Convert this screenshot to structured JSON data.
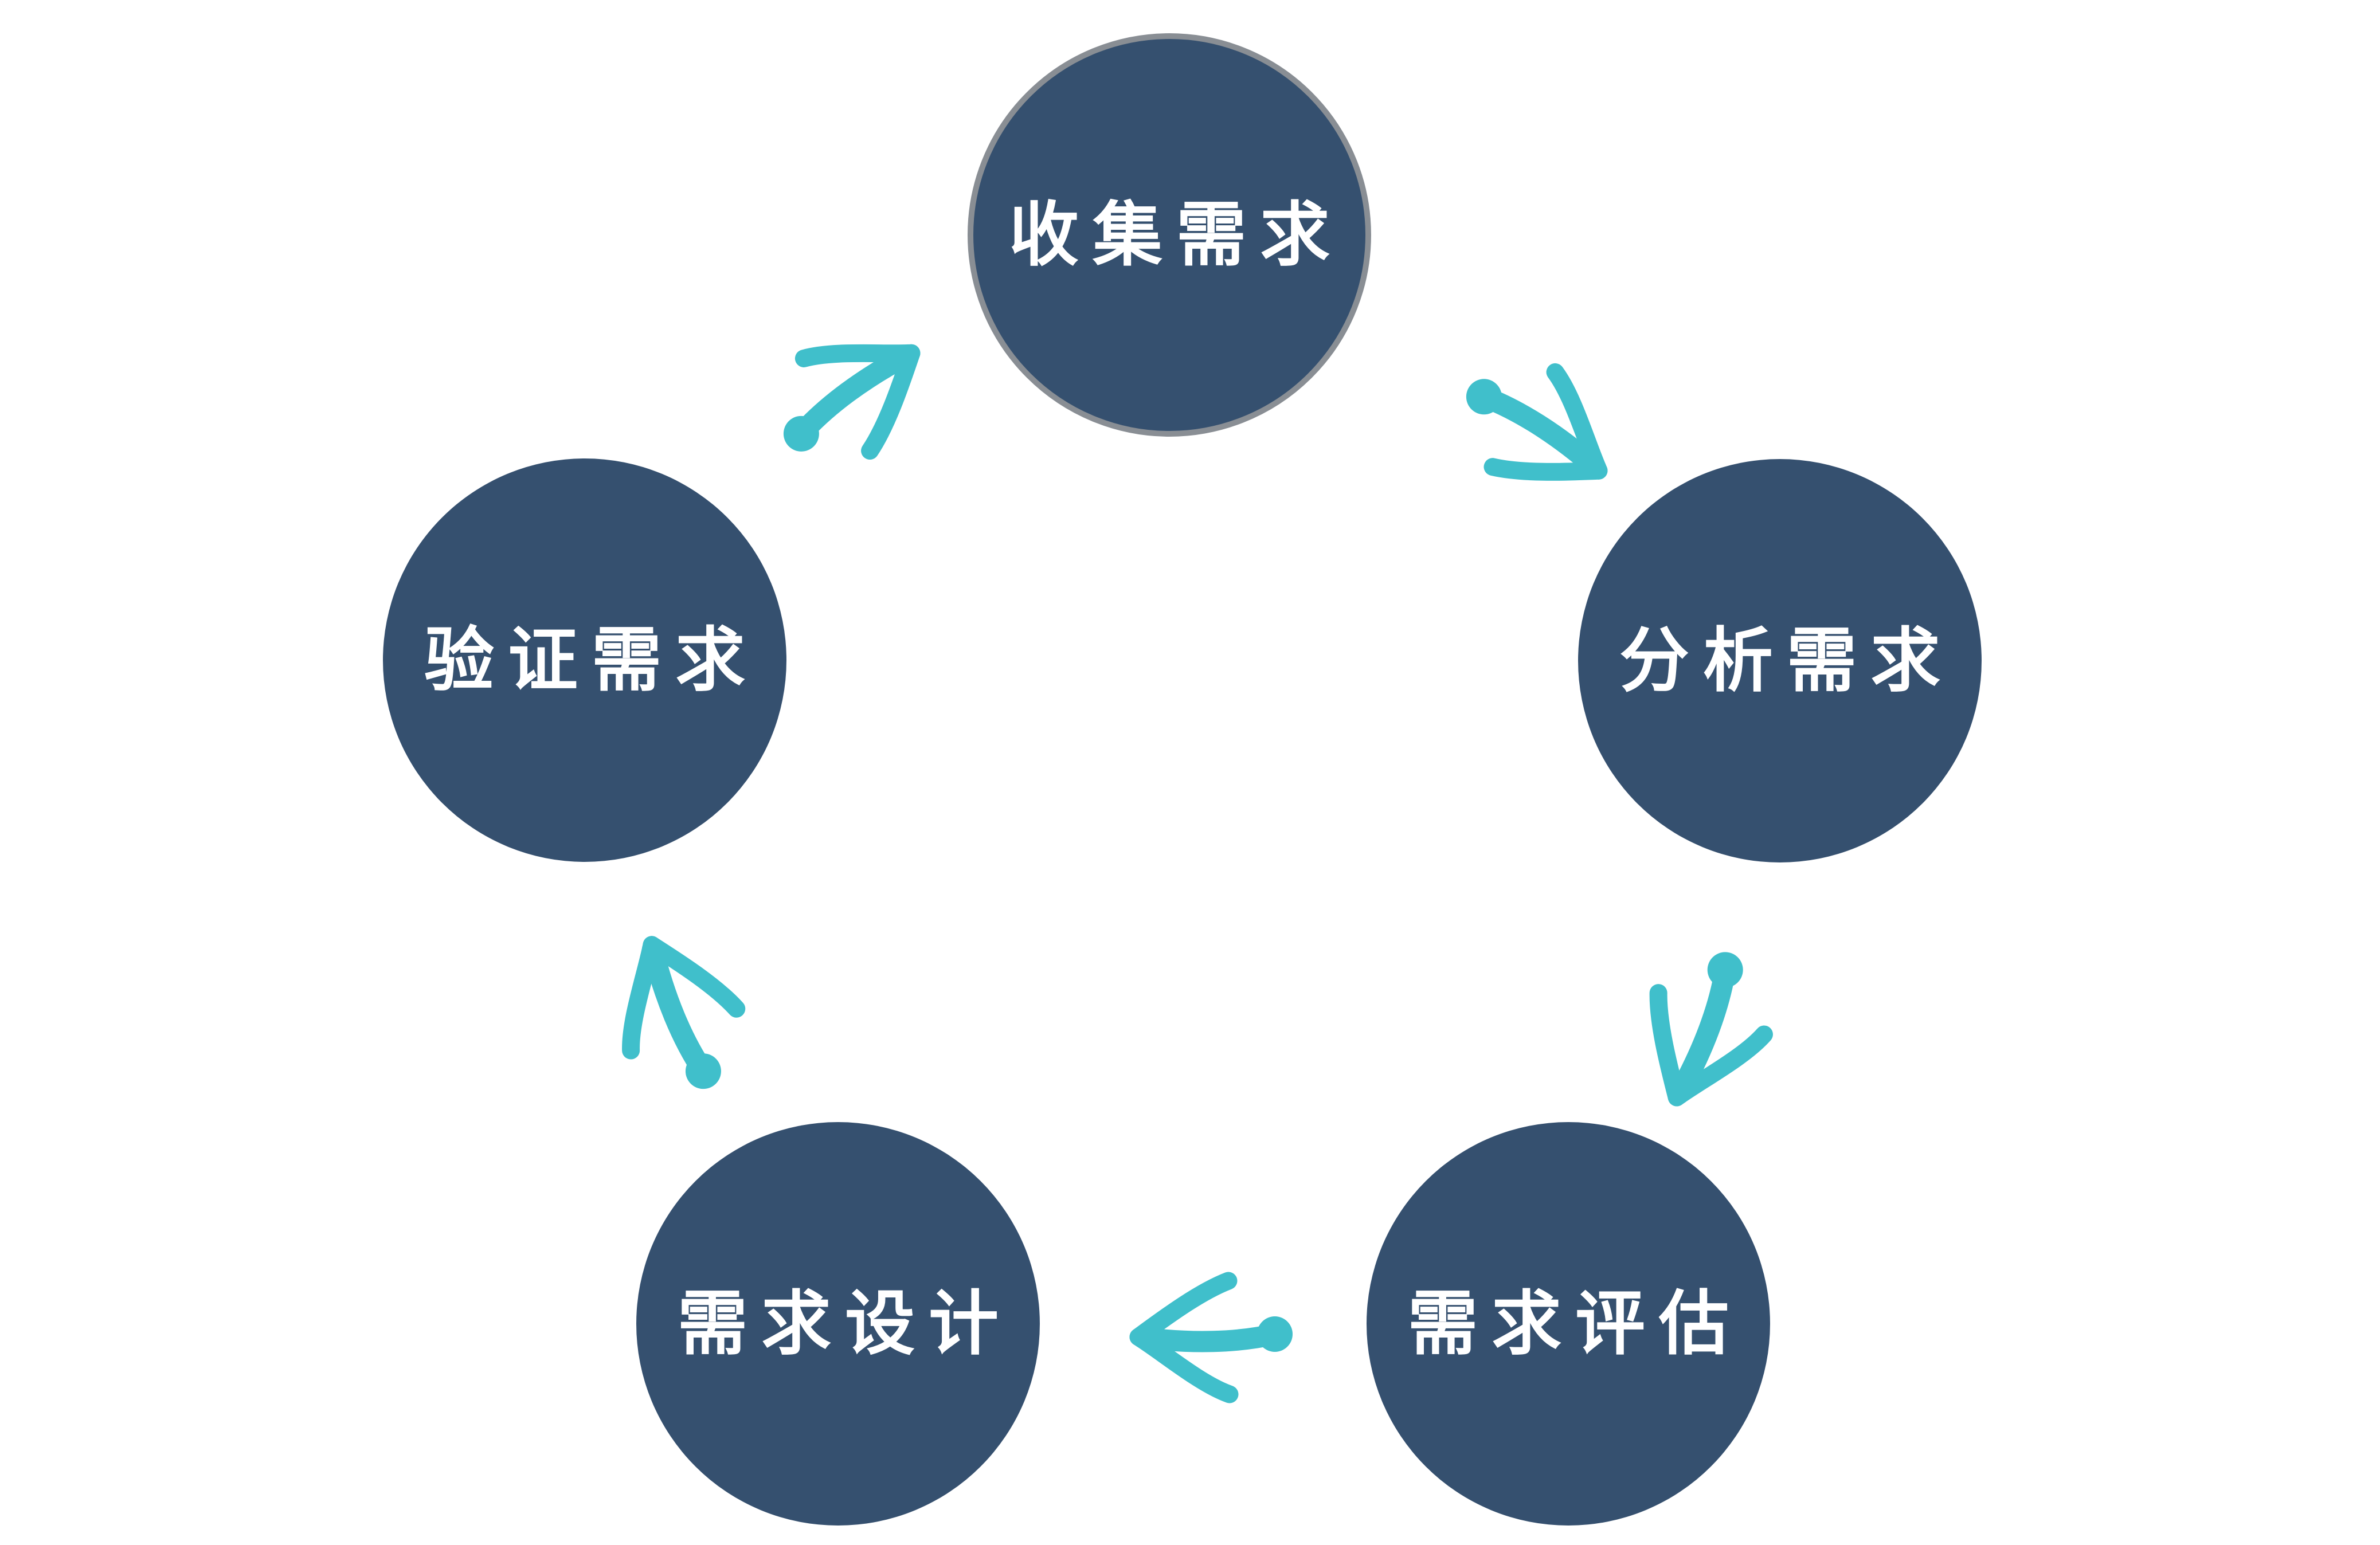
{
  "diagram": {
    "type": "cycle",
    "direction": "clockwise",
    "nodes": [
      {
        "id": "collect",
        "label": "收集需求",
        "position": "top",
        "has_gray_ring": true
      },
      {
        "id": "analyze",
        "label": "分析需求",
        "position": "right",
        "has_gray_ring": false
      },
      {
        "id": "evaluate",
        "label": "需求评估",
        "position": "bottom-right",
        "has_gray_ring": false
      },
      {
        "id": "design",
        "label": "需求设计",
        "position": "bottom-left",
        "has_gray_ring": false
      },
      {
        "id": "verify",
        "label": "验证需求",
        "position": "left",
        "has_gray_ring": false
      }
    ],
    "arrows": [
      {
        "from": "verify",
        "to": "collect",
        "style": "hand-drawn",
        "points": "up-right"
      },
      {
        "from": "collect",
        "to": "analyze",
        "style": "hand-drawn",
        "points": "down-right"
      },
      {
        "from": "analyze",
        "to": "evaluate",
        "style": "hand-drawn",
        "points": "down-left"
      },
      {
        "from": "evaluate",
        "to": "design",
        "style": "hand-drawn",
        "points": "left"
      },
      {
        "from": "design",
        "to": "verify",
        "style": "hand-drawn",
        "points": "up"
      }
    ],
    "colors": {
      "node_fill": "#35506F",
      "node_ring": "#898E94",
      "arrow": "#40BFCB",
      "label": "#FFFFFF",
      "background": "#FFFFFF"
    }
  }
}
